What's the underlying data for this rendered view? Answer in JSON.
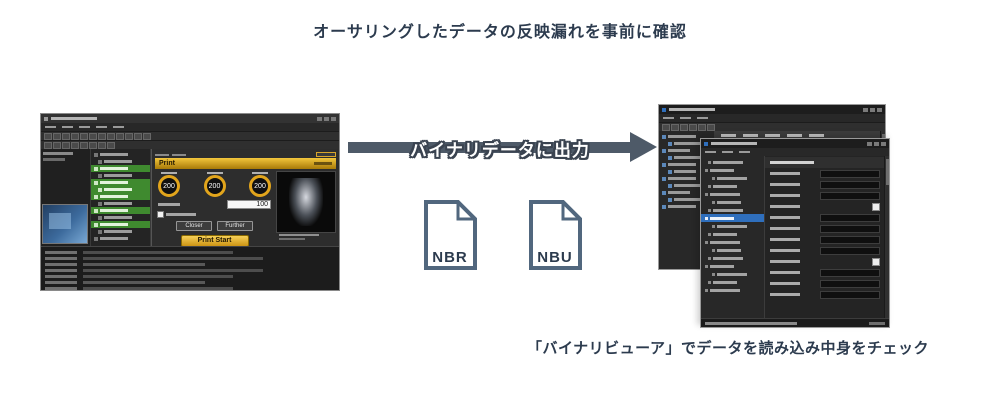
{
  "page": {
    "title": "オーサリングしたデータの反映漏れを事前に確認",
    "bottom_caption": "「バイナリビューア」でデータを読み込み中身をチェック"
  },
  "flow": {
    "arrow_label": "バイナリデータに出力",
    "files": [
      {
        "label": "NBR"
      },
      {
        "label": "NBU"
      }
    ]
  },
  "authoring_tool": {
    "dialog": {
      "title": "Print",
      "gauges": [
        "200",
        "200",
        "200"
      ],
      "input_value": "100",
      "closer_label": "Closer",
      "further_label": "Further",
      "start_label": "Print Start"
    }
  },
  "colors": {
    "ink": "#2c3b4e",
    "arrow": "#4e5a68",
    "file-border": "#51677e",
    "accent-yellow": "#e2a51c",
    "accent-green": "#3f8a2f",
    "accent-blue": "#2f6fbd"
  }
}
